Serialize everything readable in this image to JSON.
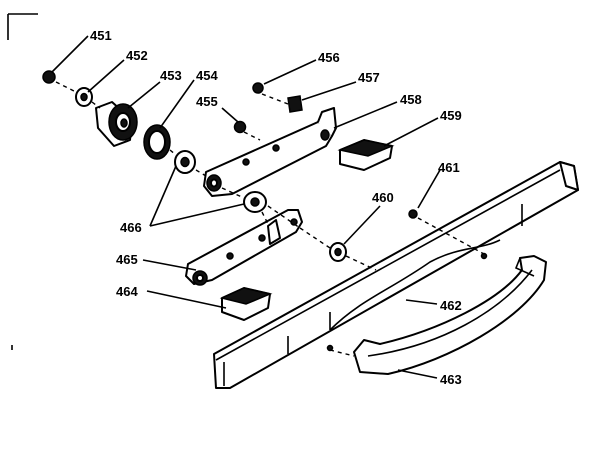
{
  "callouts": [
    "451",
    "452",
    "453",
    "454",
    "455",
    "456",
    "457",
    "458",
    "459",
    "460",
    "461",
    "462",
    "463",
    "464",
    "465",
    "466"
  ],
  "colors": {
    "ink": "#000000",
    "paper": "#ffffff"
  }
}
